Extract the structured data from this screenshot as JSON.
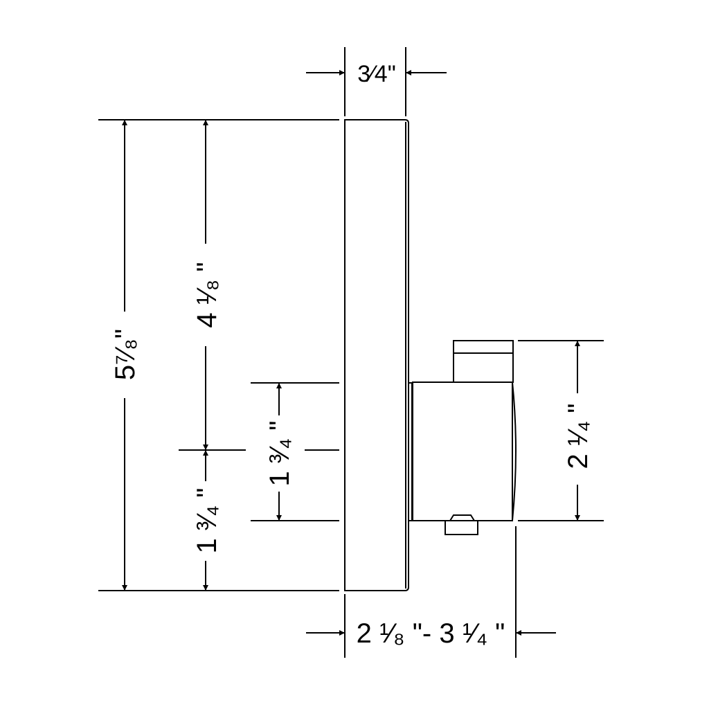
{
  "colors": {
    "line": "#000000",
    "background": "#ffffff"
  },
  "dimensions": {
    "top_width": "3⁄4\"",
    "overall_height": "5⁷⁄₈\"",
    "upper_height": "4 ¹⁄₈ \"",
    "lower_height": "1 ³⁄₄ \"",
    "middle_height": "1 ³⁄₄ \"",
    "handle_height": "2 ¹⁄₄ \"",
    "depth_range": "2 ¹⁄₈ \"- 3 ¹⁄₄ \""
  }
}
